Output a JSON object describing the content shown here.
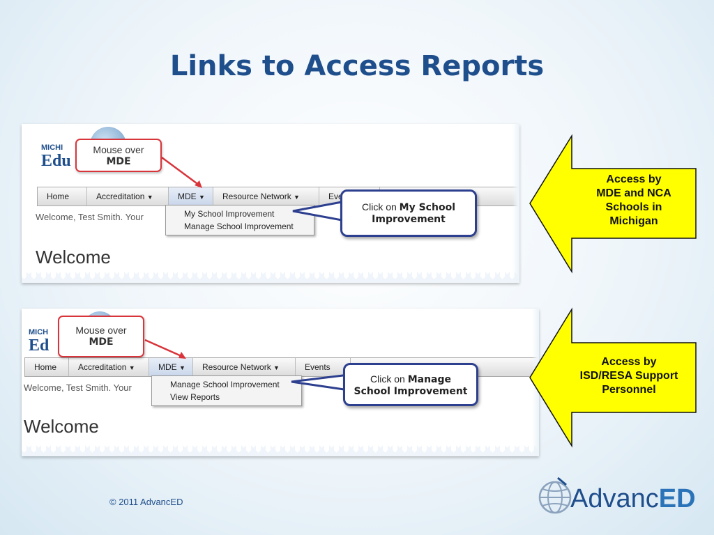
{
  "title": "Links to Access Reports",
  "panel1": {
    "logo_top": "MICHI",
    "logo_main": "Edu",
    "nav": [
      "Home",
      "Accreditation",
      "MDE",
      "Resource Network",
      "Even"
    ],
    "dropdown": [
      "My School Improvement",
      "Manage School Improvement"
    ],
    "welcome_line": "Welcome, Test Smith.  Your",
    "welcome_heading": "Welcome",
    "callout_mouse_line1": "Mouse over",
    "callout_mouse_line2": "MDE",
    "callout_click_prefix": "Click on",
    "callout_click_bold1": "My School",
    "callout_click_bold2": "Improvement"
  },
  "panel2": {
    "logo_top": "MICH",
    "logo_main": "Ed",
    "nav": [
      "Home",
      "Accreditation",
      "MDE",
      "Resource Network",
      "Events"
    ],
    "dropdown": [
      "Manage School Improvement",
      "View Reports"
    ],
    "welcome_line": "Welcome, Test Smith.  Your",
    "welcome_heading": "Welcome",
    "callout_mouse_line1": "Mouse over",
    "callout_mouse_line2": "MDE",
    "callout_click_prefix": "Click on",
    "callout_click_bold1": "Manage",
    "callout_click_bold2": "School Improvement"
  },
  "arrow1": {
    "lines": [
      "Access by",
      "MDE and NCA",
      "Schools in",
      "Michigan"
    ]
  },
  "arrow2": {
    "lines": [
      "Access by",
      "ISD/RESA Support",
      "Personnel"
    ]
  },
  "footer": "© 2011 AdvancED",
  "brand": {
    "part1": "Advanc",
    "part2": "ED"
  },
  "colors": {
    "title": "#1f4e8c",
    "arrow_fill": "#ffff00",
    "callout_red": "#d9343a",
    "callout_blue": "#2d3f8f"
  }
}
